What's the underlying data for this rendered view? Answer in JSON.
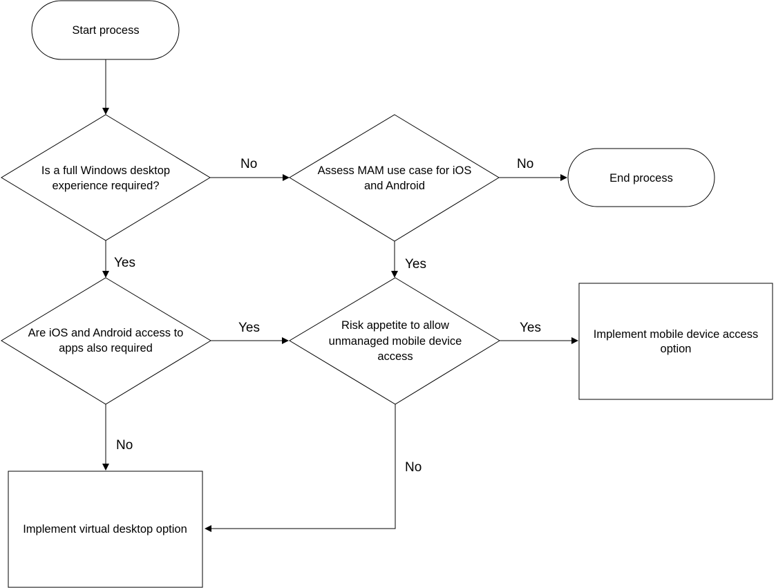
{
  "nodes": {
    "start": {
      "text": "Start process"
    },
    "q_windows": {
      "line1": "Is a full Windows desktop",
      "line2": "experience required?"
    },
    "q_mam": {
      "line1": "Assess MAM use case for iOS",
      "line2": "and Android"
    },
    "end": {
      "text": "End process"
    },
    "q_ios_android": {
      "line1": "Are iOS and Android access to",
      "line2": "apps also required"
    },
    "q_risk": {
      "line1": "Risk appetite to allow",
      "line2": "unmanaged mobile device",
      "line3": "access"
    },
    "mobile_option": {
      "line1": "Implement mobile device access",
      "line2": "option"
    },
    "virtual_option": {
      "text": "Implement virtual desktop option"
    }
  },
  "edge_labels": {
    "windows_to_mam": "No",
    "mam_to_end": "No",
    "windows_to_ios": "Yes",
    "mam_to_risk": "Yes",
    "ios_to_risk": "Yes",
    "risk_to_mobile": "Yes",
    "ios_to_virtual": "No",
    "risk_to_virtual": "No"
  }
}
